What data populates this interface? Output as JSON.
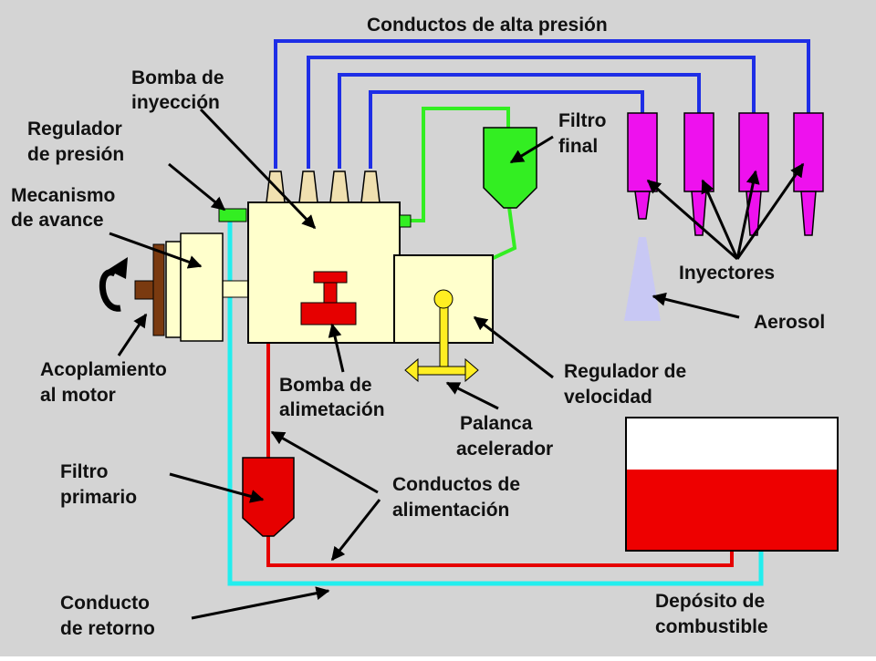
{
  "labels": {
    "high_pressure_lines": "Conductos de alta presión",
    "injection_pump": [
      "Bomba de",
      "inyección"
    ],
    "pressure_regulator": [
      "Regulador",
      "de presión"
    ],
    "advance_mechanism": [
      "Mecanismo",
      "de avance"
    ],
    "motor_coupling": [
      "Acoplamiento",
      "al motor"
    ],
    "final_filter": [
      "Filtro",
      "final"
    ],
    "injectors": "Inyectores",
    "aerosol": "Aerosol",
    "feed_pump": [
      "Bomba de",
      "alimetación"
    ],
    "speed_regulator": [
      "Regulador de",
      "velocidad"
    ],
    "throttle_lever": [
      "Palanca",
      "acelerador"
    ],
    "primary_filter": [
      "Filtro",
      "primario"
    ],
    "feed_lines": [
      "Conductos de",
      "alimentación"
    ],
    "return_line": [
      "Conducto",
      "de retorno"
    ],
    "fuel_tank": [
      "Depósito de",
      "combustible"
    ]
  },
  "colors": {
    "background": "#d4d4d4",
    "high_pressure": "#1e2ee6",
    "low_pressure_feed": "#e60000",
    "filtered_line": "#33ee22",
    "return_line": "#22eeee",
    "pump_body": "#ffffcc",
    "injector": "#ee11ee",
    "aerosol": "#c8c8f4",
    "tank_fuel": "#ee0000",
    "lever": "#ffee22"
  }
}
